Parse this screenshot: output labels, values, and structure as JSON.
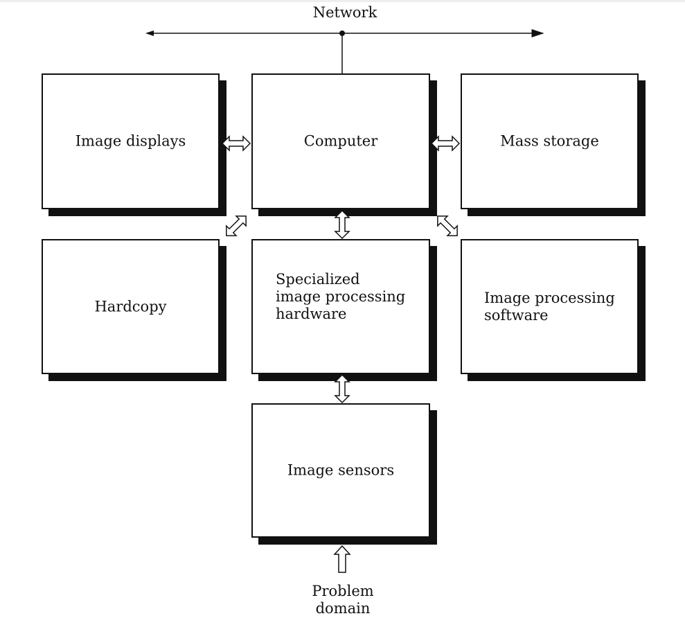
{
  "diagram": {
    "network_label": "Network",
    "boxes": {
      "image_displays": "Image displays",
      "computer": "Computer",
      "mass_storage": "Mass storage",
      "hardcopy": "Hardcopy",
      "specialized_hw": [
        "Specialized",
        "image processing",
        "hardware"
      ],
      "ip_software": [
        "Image processing",
        "software"
      ],
      "image_sensors": "Image sensors"
    },
    "problem_domain": [
      "Problem",
      "domain"
    ]
  }
}
